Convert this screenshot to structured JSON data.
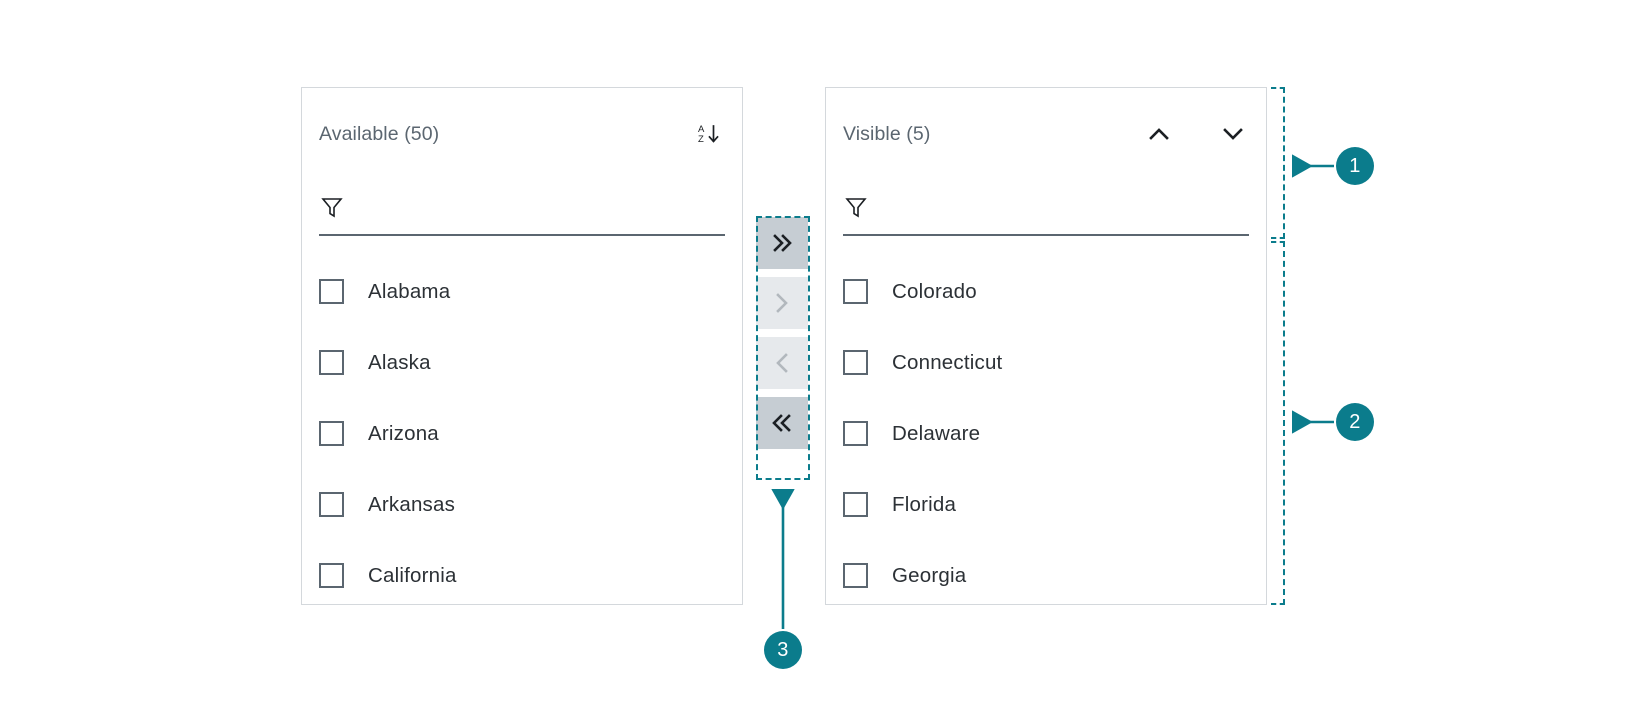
{
  "available_panel": {
    "title": "Available (50)",
    "sort_icon": "sort-az-descending-icon",
    "filter": {
      "icon": "filter-funnel-icon",
      "value": "",
      "placeholder": ""
    },
    "items": [
      {
        "label": "Alabama",
        "checked": false
      },
      {
        "label": "Alaska",
        "checked": false
      },
      {
        "label": "Arizona",
        "checked": false
      },
      {
        "label": "Arkansas",
        "checked": false
      },
      {
        "label": "California",
        "checked": false
      }
    ]
  },
  "visible_panel": {
    "title": "Visible (5)",
    "move_up_icon": "chevron-up-icon",
    "move_down_icon": "chevron-down-icon",
    "filter": {
      "icon": "filter-funnel-icon",
      "value": "",
      "placeholder": ""
    },
    "items": [
      {
        "label": "Colorado",
        "checked": false
      },
      {
        "label": "Connecticut",
        "checked": false
      },
      {
        "label": "Delaware",
        "checked": false
      },
      {
        "label": "Florida",
        "checked": false
      },
      {
        "label": "Georgia",
        "checked": false
      }
    ]
  },
  "transfer_buttons": [
    {
      "name": "move-all-right-button",
      "glyph": "double-chevron-right-icon",
      "state": "enabled"
    },
    {
      "name": "move-right-button",
      "glyph": "chevron-right-icon",
      "state": "disabled"
    },
    {
      "name": "move-left-button",
      "glyph": "chevron-left-icon",
      "state": "disabled"
    },
    {
      "name": "move-all-left-button",
      "glyph": "double-chevron-left-icon",
      "state": "enabled"
    }
  ],
  "annotations": [
    {
      "number": "1",
      "target": "panel-header-and-filter-region"
    },
    {
      "number": "2",
      "target": "panel-list-region"
    },
    {
      "number": "3",
      "target": "transfer-buttons-region"
    }
  ],
  "colors": {
    "accent": "#0b7c8c",
    "panel_border": "#d4d8dc",
    "title_text": "#5b6670",
    "item_text": "#2c3136",
    "button_enabled_bg": "#c6cdd3",
    "button_disabled_bg": "#e6e9ec",
    "filter_underline": "#5b6670"
  }
}
